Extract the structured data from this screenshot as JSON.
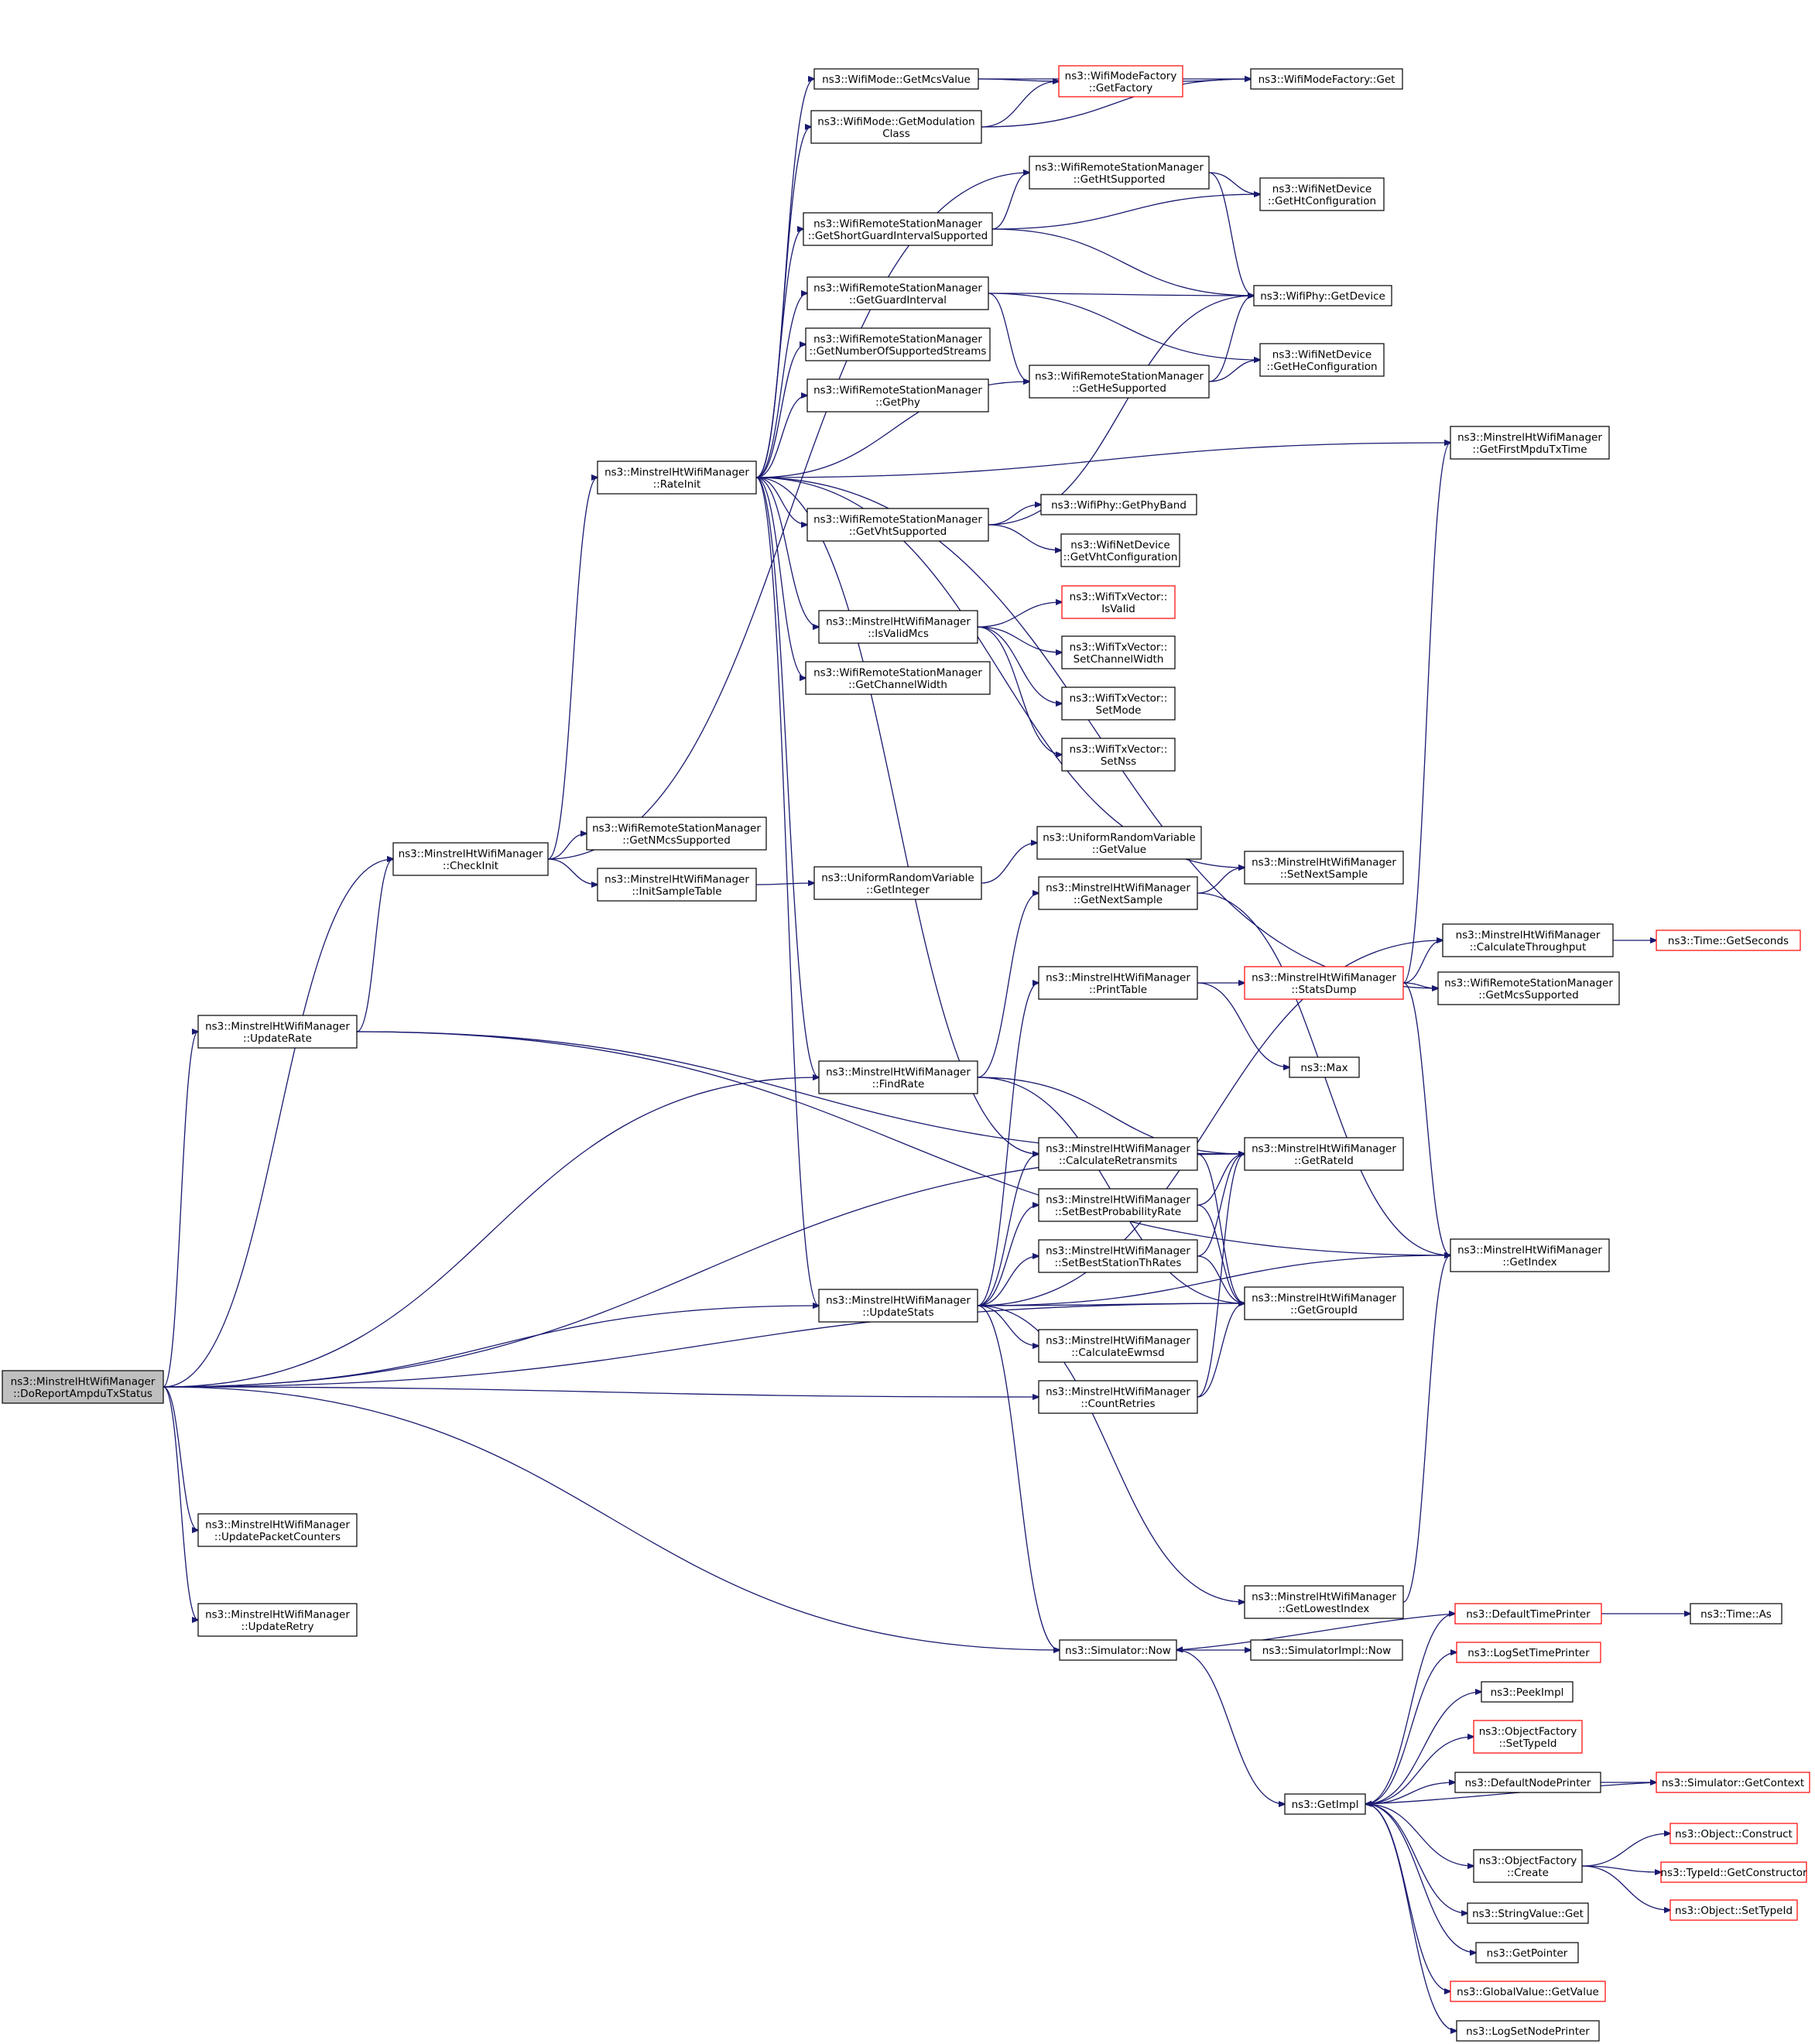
{
  "graph": {
    "colors": {
      "edge": "#191970",
      "node_border": "#000000",
      "node_border_truncated": "#ff0000",
      "root_fill": "#bfbfbf",
      "node_fill": "#ffffff"
    },
    "nodes": [
      {
        "id": "root",
        "lines": [
          "ns3::MinstrelHtWifiManager",
          "::DoReportAmpduTxStatus"
        ],
        "style": "root"
      },
      {
        "id": "checkinit",
        "lines": [
          "ns3::MinstrelHtWifiManager",
          "::CheckInit"
        ],
        "style": "normal"
      },
      {
        "id": "updaterate",
        "lines": [
          "ns3::MinstrelHtWifiManager",
          "::UpdateRate"
        ],
        "style": "normal"
      },
      {
        "id": "updatepkt",
        "lines": [
          "ns3::MinstrelHtWifiManager",
          "::UpdatePacketCounters"
        ],
        "style": "normal"
      },
      {
        "id": "updateretry",
        "lines": [
          "ns3::MinstrelHtWifiManager",
          "::UpdateRetry"
        ],
        "style": "normal"
      },
      {
        "id": "rateinit",
        "lines": [
          "ns3::MinstrelHtWifiManager",
          "::RateInit"
        ],
        "style": "normal"
      },
      {
        "id": "getnmcs",
        "lines": [
          "ns3::WifiRemoteStationManager",
          "::GetNMcsSupported"
        ],
        "style": "normal"
      },
      {
        "id": "initsample",
        "lines": [
          "ns3::MinstrelHtWifiManager",
          "::InitSampleTable"
        ],
        "style": "normal"
      },
      {
        "id": "findrate",
        "lines": [
          "ns3::MinstrelHtWifiManager",
          "::FindRate"
        ],
        "style": "normal"
      },
      {
        "id": "updatestats",
        "lines": [
          "ns3::MinstrelHtWifiManager",
          "::UpdateStats"
        ],
        "style": "normal"
      },
      {
        "id": "getmcsvalue",
        "lines": [
          "ns3::WifiMode::GetMcsValue"
        ],
        "style": "normal"
      },
      {
        "id": "getmodclass",
        "lines": [
          "ns3::WifiMode::GetModulation",
          "Class"
        ],
        "style": "normal"
      },
      {
        "id": "shortgi",
        "lines": [
          "ns3::WifiRemoteStationManager",
          "::GetShortGuardIntervalSupported"
        ],
        "style": "normal"
      },
      {
        "id": "guardinterval",
        "lines": [
          "ns3::WifiRemoteStationManager",
          "::GetGuardInterval"
        ],
        "style": "normal"
      },
      {
        "id": "numstreams",
        "lines": [
          "ns3::WifiRemoteStationManager",
          "::GetNumberOfSupportedStreams"
        ],
        "style": "normal"
      },
      {
        "id": "getphy",
        "lines": [
          "ns3::WifiRemoteStationManager",
          "::GetPhy"
        ],
        "style": "normal"
      },
      {
        "id": "vhtsupp",
        "lines": [
          "ns3::WifiRemoteStationManager",
          "::GetVhtSupported"
        ],
        "style": "normal"
      },
      {
        "id": "isvalidmcs",
        "lines": [
          "ns3::MinstrelHtWifiManager",
          "::IsValidMcs"
        ],
        "style": "normal"
      },
      {
        "id": "chanwidth",
        "lines": [
          "ns3::WifiRemoteStationManager",
          "::GetChannelWidth"
        ],
        "style": "normal"
      },
      {
        "id": "uniformint",
        "lines": [
          "ns3::UniformRandomVariable",
          "::GetInteger"
        ],
        "style": "normal"
      },
      {
        "id": "wmf_getfactory",
        "lines": [
          "ns3::WifiModeFactory",
          "::GetFactory"
        ],
        "style": "red"
      },
      {
        "id": "htsupp",
        "lines": [
          "ns3::WifiRemoteStationManager",
          "::GetHtSupported"
        ],
        "style": "normal"
      },
      {
        "id": "hesupp",
        "lines": [
          "ns3::WifiRemoteStationManager",
          "::GetHeSupported"
        ],
        "style": "normal"
      },
      {
        "id": "getphyband",
        "lines": [
          "ns3::WifiPhy::GetPhyBand"
        ],
        "style": "normal"
      },
      {
        "id": "getvhtconf",
        "lines": [
          "ns3::WifiNetDevice",
          "::GetVhtConfiguration"
        ],
        "style": "normal"
      },
      {
        "id": "txv_isvalid",
        "lines": [
          "ns3::WifiTxVector::",
          "IsValid"
        ],
        "style": "red"
      },
      {
        "id": "txv_setcw",
        "lines": [
          "ns3::WifiTxVector::",
          "SetChannelWidth"
        ],
        "style": "normal"
      },
      {
        "id": "txv_setmode",
        "lines": [
          "ns3::WifiTxVector::",
          "SetMode"
        ],
        "style": "normal"
      },
      {
        "id": "txv_setnss",
        "lines": [
          "ns3::WifiTxVector::",
          "SetNss"
        ],
        "style": "normal"
      },
      {
        "id": "uniformval",
        "lines": [
          "ns3::UniformRandomVariable",
          "::GetValue"
        ],
        "style": "normal"
      },
      {
        "id": "getnextsample",
        "lines": [
          "ns3::MinstrelHtWifiManager",
          "::GetNextSample"
        ],
        "style": "normal"
      },
      {
        "id": "printtable",
        "lines": [
          "ns3::MinstrelHtWifiManager",
          "::PrintTable"
        ],
        "style": "normal"
      },
      {
        "id": "calcretrans",
        "lines": [
          "ns3::MinstrelHtWifiManager",
          "::CalculateRetransmits"
        ],
        "style": "normal"
      },
      {
        "id": "setbestprob",
        "lines": [
          "ns3::MinstrelHtWifiManager",
          "::SetBestProbabilityRate"
        ],
        "style": "normal"
      },
      {
        "id": "setbestth",
        "lines": [
          "ns3::MinstrelHtWifiManager",
          "::SetBestStationThRates"
        ],
        "style": "normal"
      },
      {
        "id": "calcewmsd",
        "lines": [
          "ns3::MinstrelHtWifiManager",
          "::CalculateEwmsd"
        ],
        "style": "normal"
      },
      {
        "id": "countretries",
        "lines": [
          "ns3::MinstrelHtWifiManager",
          "::CountRetries"
        ],
        "style": "normal"
      },
      {
        "id": "simnow",
        "lines": [
          "ns3::Simulator::Now"
        ],
        "style": "normal"
      },
      {
        "id": "wmf_get",
        "lines": [
          "ns3::WifiModeFactory::Get"
        ],
        "style": "normal"
      },
      {
        "id": "gethtconf",
        "lines": [
          "ns3::WifiNetDevice",
          "::GetHtConfiguration"
        ],
        "style": "normal"
      },
      {
        "id": "getdevice",
        "lines": [
          "ns3::WifiPhy::GetDevice"
        ],
        "style": "normal"
      },
      {
        "id": "getheconf",
        "lines": [
          "ns3::WifiNetDevice",
          "::GetHeConfiguration"
        ],
        "style": "normal"
      },
      {
        "id": "setnextsample",
        "lines": [
          "ns3::MinstrelHtWifiManager",
          "::SetNextSample"
        ],
        "style": "normal"
      },
      {
        "id": "statsdump",
        "lines": [
          "ns3::MinstrelHtWifiManager",
          "::StatsDump"
        ],
        "style": "red"
      },
      {
        "id": "max",
        "lines": [
          "ns3::Max"
        ],
        "style": "normal"
      },
      {
        "id": "getrateid",
        "lines": [
          "ns3::MinstrelHtWifiManager",
          "::GetRateId"
        ],
        "style": "normal"
      },
      {
        "id": "getgroupid",
        "lines": [
          "ns3::MinstrelHtWifiManager",
          "::GetGroupId"
        ],
        "style": "normal"
      },
      {
        "id": "getlowestidx",
        "lines": [
          "ns3::MinstrelHtWifiManager",
          "::GetLowestIndex"
        ],
        "style": "normal"
      },
      {
        "id": "simimplnow",
        "lines": [
          "ns3::SimulatorImpl::Now"
        ],
        "style": "normal"
      },
      {
        "id": "getimpl",
        "lines": [
          "ns3::GetImpl"
        ],
        "style": "normal"
      },
      {
        "id": "firstmpdu",
        "lines": [
          "ns3::MinstrelHtWifiManager",
          "::GetFirstMpduTxTime"
        ],
        "style": "normal"
      },
      {
        "id": "calcthroughput",
        "lines": [
          "ns3::MinstrelHtWifiManager",
          "::CalculateThroughput"
        ],
        "style": "normal"
      },
      {
        "id": "getmcssupp",
        "lines": [
          "ns3::WifiRemoteStationManager",
          "::GetMcsSupported"
        ],
        "style": "normal"
      },
      {
        "id": "getindex",
        "lines": [
          "ns3::MinstrelHtWifiManager",
          "::GetIndex"
        ],
        "style": "normal"
      },
      {
        "id": "getseconds",
        "lines": [
          "ns3::Time::GetSeconds"
        ],
        "style": "red"
      },
      {
        "id": "defaulttimeprinter",
        "lines": [
          "ns3::DefaultTimePrinter"
        ],
        "style": "red"
      },
      {
        "id": "logsettimeprinter",
        "lines": [
          "ns3::LogSetTimePrinter"
        ],
        "style": "red"
      },
      {
        "id": "peekimpl",
        "lines": [
          "ns3::PeekImpl"
        ],
        "style": "normal"
      },
      {
        "id": "of_settypeid",
        "lines": [
          "ns3::ObjectFactory",
          "::SetTypeId"
        ],
        "style": "red"
      },
      {
        "id": "defaultnodeprinter",
        "lines": [
          "ns3::DefaultNodePrinter"
        ],
        "style": "normal"
      },
      {
        "id": "of_create",
        "lines": [
          "ns3::ObjectFactory",
          "::Create"
        ],
        "style": "normal"
      },
      {
        "id": "stringvalueget",
        "lines": [
          "ns3::StringValue::Get"
        ],
        "style": "normal"
      },
      {
        "id": "getpointer",
        "lines": [
          "ns3::GetPointer"
        ],
        "style": "normal"
      },
      {
        "id": "globalvalue",
        "lines": [
          "ns3::GlobalValue::GetValue"
        ],
        "style": "red"
      },
      {
        "id": "logsetnodeprinter",
        "lines": [
          "ns3::LogSetNodePrinter"
        ],
        "style": "normal"
      },
      {
        "id": "timeas",
        "lines": [
          "ns3::Time::As"
        ],
        "style": "normal"
      },
      {
        "id": "simgetcontext",
        "lines": [
          "ns3::Simulator::GetContext"
        ],
        "style": "red"
      },
      {
        "id": "objconstruct",
        "lines": [
          "ns3::Object::Construct"
        ],
        "style": "red"
      },
      {
        "id": "typeidgetctor",
        "lines": [
          "ns3::TypeId::GetConstructor"
        ],
        "style": "red"
      },
      {
        "id": "objsettypeid",
        "lines": [
          "ns3::Object::SetTypeId"
        ],
        "style": "red"
      }
    ],
    "edges": [
      [
        "root",
        "checkinit"
      ],
      [
        "root",
        "updaterate"
      ],
      [
        "root",
        "findrate"
      ],
      [
        "root",
        "getrateid"
      ],
      [
        "root",
        "updatestats"
      ],
      [
        "root",
        "countretries"
      ],
      [
        "root",
        "getgroupid"
      ],
      [
        "root",
        "updatepkt"
      ],
      [
        "root",
        "simnow"
      ],
      [
        "root",
        "updateretry"
      ],
      [
        "checkinit",
        "htsupp"
      ],
      [
        "checkinit",
        "rateinit"
      ],
      [
        "checkinit",
        "getnmcs"
      ],
      [
        "checkinit",
        "initsample"
      ],
      [
        "updaterate",
        "checkinit"
      ],
      [
        "updaterate",
        "getrateid"
      ],
      [
        "updaterate",
        "getindex"
      ],
      [
        "initsample",
        "uniformint"
      ],
      [
        "uniformint",
        "uniformval"
      ],
      [
        "rateinit",
        "getmcsvalue"
      ],
      [
        "rateinit",
        "getmodclass"
      ],
      [
        "rateinit",
        "shortgi"
      ],
      [
        "rateinit",
        "guardinterval"
      ],
      [
        "rateinit",
        "numstreams"
      ],
      [
        "rateinit",
        "getphy"
      ],
      [
        "rateinit",
        "hesupp"
      ],
      [
        "rateinit",
        "vhtsupp"
      ],
      [
        "rateinit",
        "isvalidmcs"
      ],
      [
        "rateinit",
        "chanwidth"
      ],
      [
        "rateinit",
        "firstmpdu"
      ],
      [
        "rateinit",
        "setnextsample"
      ],
      [
        "rateinit",
        "getmcssupp"
      ],
      [
        "rateinit",
        "calcretrans"
      ],
      [
        "rateinit",
        "findrate"
      ],
      [
        "rateinit",
        "updatestats"
      ],
      [
        "getmcsvalue",
        "wmf_getfactory"
      ],
      [
        "getmcsvalue",
        "wmf_get"
      ],
      [
        "getmodclass",
        "wmf_getfactory"
      ],
      [
        "getmodclass",
        "wmf_get"
      ],
      [
        "wmf_getfactory",
        "wmf_get"
      ],
      [
        "shortgi",
        "htsupp"
      ],
      [
        "shortgi",
        "gethtconf"
      ],
      [
        "shortgi",
        "getdevice"
      ],
      [
        "htsupp",
        "gethtconf"
      ],
      [
        "htsupp",
        "getdevice"
      ],
      [
        "guardinterval",
        "getdevice"
      ],
      [
        "guardinterval",
        "getheconf"
      ],
      [
        "guardinterval",
        "hesupp"
      ],
      [
        "hesupp",
        "getdevice"
      ],
      [
        "hesupp",
        "getheconf"
      ],
      [
        "vhtsupp",
        "getdevice"
      ],
      [
        "vhtsupp",
        "getphyband"
      ],
      [
        "vhtsupp",
        "getvhtconf"
      ],
      [
        "isvalidmcs",
        "txv_isvalid"
      ],
      [
        "isvalidmcs",
        "txv_setcw"
      ],
      [
        "isvalidmcs",
        "txv_setmode"
      ],
      [
        "isvalidmcs",
        "txv_setnss"
      ],
      [
        "findrate",
        "getnextsample"
      ],
      [
        "findrate",
        "getrateid"
      ],
      [
        "findrate",
        "getgroupid"
      ],
      [
        "getnextsample",
        "setnextsample"
      ],
      [
        "getnextsample",
        "getindex"
      ],
      [
        "updatestats",
        "calcthroughput"
      ],
      [
        "updatestats",
        "printtable"
      ],
      [
        "updatestats",
        "calcretrans"
      ],
      [
        "updatestats",
        "setbestprob"
      ],
      [
        "updatestats",
        "setbestth"
      ],
      [
        "updatestats",
        "calcewmsd"
      ],
      [
        "updatestats",
        "getgroupid"
      ],
      [
        "updatestats",
        "getindex"
      ],
      [
        "updatestats",
        "getlowestidx"
      ],
      [
        "updatestats",
        "simnow"
      ],
      [
        "printtable",
        "statsdump"
      ],
      [
        "printtable",
        "max"
      ],
      [
        "statsdump",
        "firstmpdu"
      ],
      [
        "statsdump",
        "calcthroughput"
      ],
      [
        "statsdump",
        "getmcssupp"
      ],
      [
        "statsdump",
        "getindex"
      ],
      [
        "calcthroughput",
        "getseconds"
      ],
      [
        "calcretrans",
        "getrateid"
      ],
      [
        "calcretrans",
        "getgroupid"
      ],
      [
        "setbestprob",
        "getrateid"
      ],
      [
        "setbestprob",
        "getgroupid"
      ],
      [
        "setbestth",
        "getrateid"
      ],
      [
        "setbestth",
        "getgroupid"
      ],
      [
        "countretries",
        "getrateid"
      ],
      [
        "countretries",
        "getgroupid"
      ],
      [
        "getlowestidx",
        "getindex"
      ],
      [
        "simnow",
        "simimplnow"
      ],
      [
        "simnow",
        "getimpl"
      ],
      [
        "defaulttimeprinter",
        "simnow"
      ],
      [
        "defaulttimeprinter",
        "timeas"
      ],
      [
        "getimpl",
        "defaulttimeprinter"
      ],
      [
        "getimpl",
        "logsettimeprinter"
      ],
      [
        "getimpl",
        "peekimpl"
      ],
      [
        "getimpl",
        "of_settypeid"
      ],
      [
        "getimpl",
        "defaultnodeprinter"
      ],
      [
        "getimpl",
        "of_create"
      ],
      [
        "getimpl",
        "stringvalueget"
      ],
      [
        "getimpl",
        "getpointer"
      ],
      [
        "getimpl",
        "globalvalue"
      ],
      [
        "getimpl",
        "logsetnodeprinter"
      ],
      [
        "defaultnodeprinter",
        "simgetcontext"
      ],
      [
        "simgetcontext",
        "getimpl"
      ],
      [
        "of_create",
        "objconstruct"
      ],
      [
        "of_create",
        "typeidgetctor"
      ],
      [
        "of_create",
        "objsettypeid"
      ]
    ]
  }
}
